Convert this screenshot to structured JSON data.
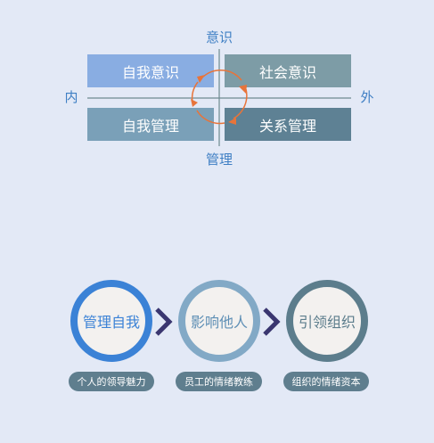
{
  "quadrant": {
    "top_label": "意识",
    "bottom_label": "管理",
    "left_label": "内",
    "right_label": "外",
    "cells": [
      {
        "label": "自我意识"
      },
      {
        "label": "社会意识"
      },
      {
        "label": "自我管理"
      },
      {
        "label": "关系管理"
      }
    ]
  },
  "process": {
    "steps": [
      {
        "title": "管理自我",
        "caption": "个人的领导魅力"
      },
      {
        "title": "影响他人",
        "caption": "员工的情绪教练"
      },
      {
        "title": "引领组织",
        "caption": "组织的情绪资本"
      }
    ]
  },
  "colors": {
    "cell_self_awareness": "#89ade2",
    "cell_social_awareness": "#7d9ca6",
    "cell_self_management": "#7aa0b8",
    "cell_relationship": "#5e8194",
    "ring_1": "#3b82d6",
    "ring_2": "#82a9c6",
    "ring_3": "#5c7d8c",
    "chevron": "#3a3670",
    "cycle_arrow": "#e8743a"
  }
}
